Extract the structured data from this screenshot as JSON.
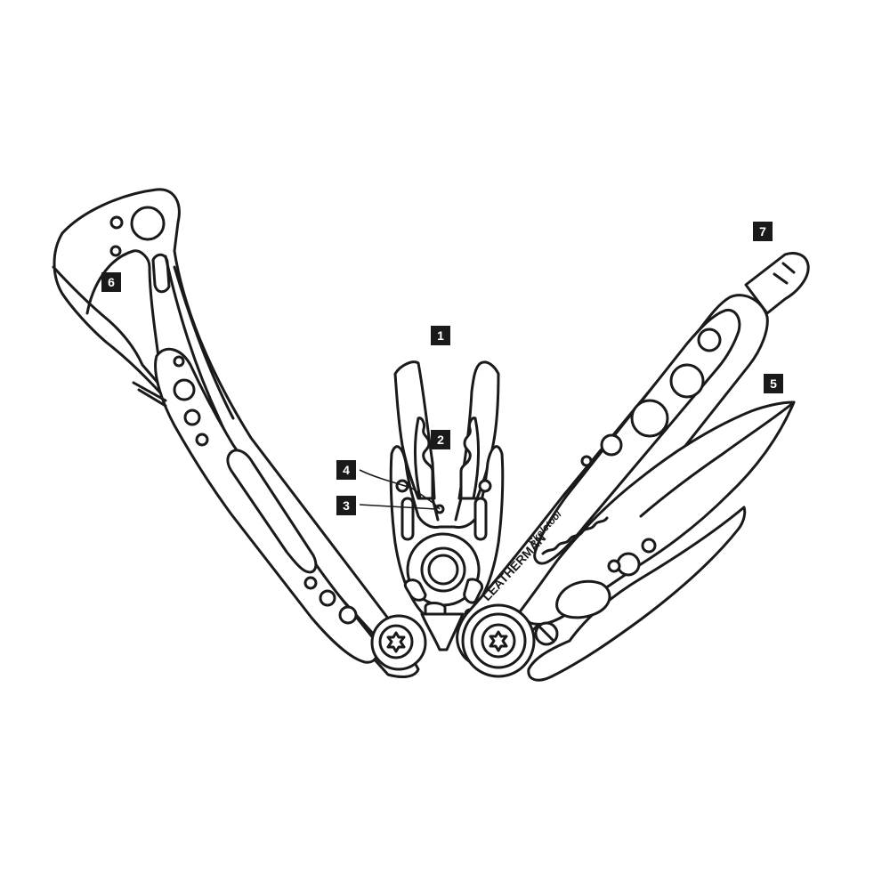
{
  "callouts": {
    "c1": "1",
    "c2": "2",
    "c3": "3",
    "c4": "4",
    "c5": "5",
    "c6": "6",
    "c7": "7"
  },
  "brand": {
    "name": "LEATHERMAN",
    "model": "Skeletool"
  },
  "colors": {
    "line": "#1a1a1a",
    "background": "#ffffff",
    "callout_bg": "#1a1a1a",
    "callout_text": "#ffffff"
  }
}
